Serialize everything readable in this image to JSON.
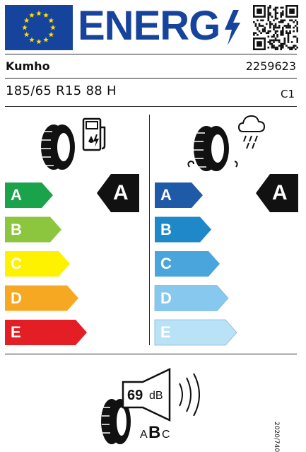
{
  "header": {
    "title": "ENERG"
  },
  "info": {
    "brand": "Kumho",
    "article": "2259623",
    "size": "185/65 R15 88 H",
    "tyre_class": "C1"
  },
  "fuel": {
    "classes": [
      "A",
      "B",
      "C",
      "D",
      "E"
    ],
    "colors": [
      "#1aa34a",
      "#8cc63f",
      "#fff200",
      "#f7a823",
      "#e31e24"
    ],
    "rating": "A"
  },
  "wet": {
    "classes": [
      "A",
      "B",
      "C",
      "D",
      "E"
    ],
    "colors": [
      "#1f5aa8",
      "#1f88c8",
      "#4aa5dd",
      "#87c8ee",
      "#b9e2f7"
    ],
    "rating": "A"
  },
  "noise": {
    "value": "69",
    "unit": "dB",
    "classes": [
      "A",
      "B",
      "C"
    ],
    "rating": "B"
  },
  "regulation": "2020/740"
}
